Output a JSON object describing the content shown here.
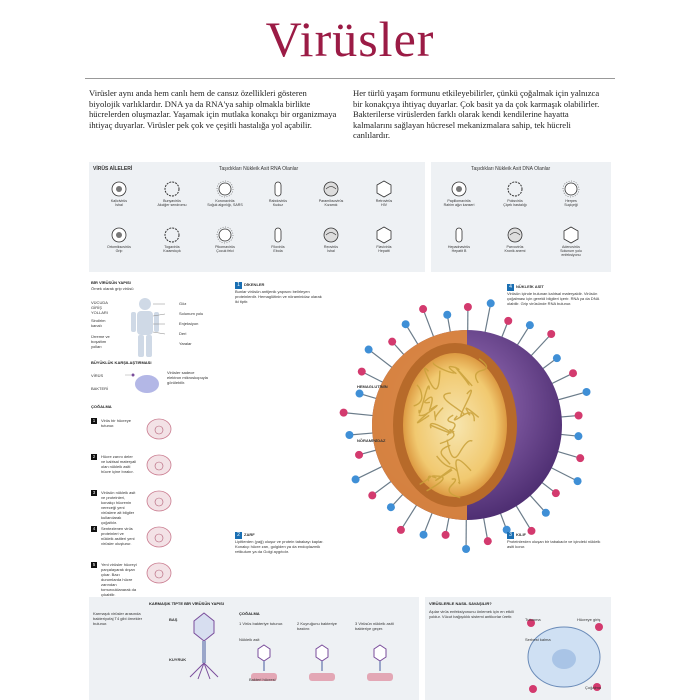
{
  "title": "Virüsler",
  "intro_left": "Virüsler aynı anda hem canlı hem de cansız özellikleri gösteren biyolojik varlıklardır. DNA ya da RNA'ya sahip olmakla birlikte hücrelerden oluşmazlar. Yaşamak için mutlaka konakçı bir organizmaya ihtiyaç duyarlar. Virüsler pek çok ve çeşitli hastalığa yol açabilir.",
  "intro_right": "Her türlü yaşam formunu etkileyebilirler, çünkü çoğalmak için yalnızca bir konakçıya ihtiyaç duyarlar. Çok basit ya da çok karmaşık olabilirler. Bakterilerse virüslerden farklı olarak kendi kendilerine hayatta kalmalarını sağlayan hücresel mekanizmalara sahip, tek hücreli canlılardır.",
  "families": {
    "heading": "VİRÜS AİLELERİ",
    "rna_heading": "Taşıdıkları Nükleik Asit RNA Olanlar",
    "dna_heading": "Taşıdıkları Nükleik Asit DNA Olanlar",
    "rna": [
      {
        "name": "Kalicivirüs",
        "disease": "İshal"
      },
      {
        "name": "Bunyavirüs",
        "disease": "Akciğer sendromu"
      },
      {
        "name": "Koronavirüs",
        "disease": "Soğuk algınlığı, SARS"
      },
      {
        "name": "Rabdovirüs",
        "disease": "Kuduz"
      },
      {
        "name": "Paramiksovirüs",
        "disease": "Kızamık"
      },
      {
        "name": "Retrovirüs",
        "disease": "HIV"
      },
      {
        "name": "Ortomiksovirüs",
        "disease": "Grip"
      },
      {
        "name": "Togavirüs",
        "disease": "Kızamıkçık"
      },
      {
        "name": "Pikornavirüs",
        "disease": "Çocuk felci"
      },
      {
        "name": "Filovirüs",
        "disease": "Ebola"
      },
      {
        "name": "Reovirüs",
        "disease": "İshal"
      },
      {
        "name": "Flavivirüs",
        "disease": "Hepatit"
      }
    ],
    "dna": [
      {
        "name": "Papillomavirüs",
        "disease": "Rahim ağzı kanseri"
      },
      {
        "name": "Poksvirüs",
        "disease": "Çiçek hastalığı"
      },
      {
        "name": "Herpes",
        "disease": "Suçiçeği"
      },
      {
        "name": "Hepadnavirüs",
        "disease": "Hepatit B"
      },
      {
        "name": "Parvovirüs",
        "disease": "Kronik anemi"
      },
      {
        "name": "Adenovirüs",
        "disease": "Solunum yolu enfeksiyonu"
      }
    ]
  },
  "left_col": {
    "structure_title": "BİR VİRÜSÜN YAPISI",
    "structure_sub": "Örnek olarak grip virüsü",
    "body_labels_left": [
      "VÜCUDA GİRİŞ YOLLARI",
      "Sindirim kanalı",
      "Ürreme ve boşaltım yolları"
    ],
    "body_labels_right": [
      "Göz",
      "Solunum yolu",
      "Enjeksiyon",
      "Deri",
      "Yaralar"
    ],
    "compare_title": "BÜYÜKLÜK KARŞILAŞTIRMASI",
    "compare_virus": "VİRÜS",
    "compare_bacteria": "BAKTERİ",
    "compare_note": "Virüsler sadece elektron mikroskopuyla görülebilir.",
    "repro_title": "ÇOĞALMA",
    "steps": [
      {
        "n": "1",
        "text": "Virüs bir hücreye tutunur."
      },
      {
        "n": "2",
        "text": "Hücre zarını deler ve kalıtsal materyali olan nükleik asiti hücre içine bırakır."
      },
      {
        "n": "3",
        "text": "Virüsün nükleik asit ve proteinleri, konakçı hücrenin vereceği yeni virüslere ait bilgiler kullanılarak çoğaltılır."
      },
      {
        "n": "4",
        "text": "Sentezlenen virüs proteinleri ve nükleik asitleri yeni virüsler oluşturur."
      },
      {
        "n": "5",
        "text": "Yeni virüsler hücreyi parçalayarak dışarı çıkar. Bazı durumlarda hücre zarından tomurcuklanarak da çıkabilir."
      }
    ]
  },
  "center": {
    "labels": {
      "hemagglutinin": "HEMAGLUTİNİN",
      "neuraminidase": "NÖRAMİNİDAZ"
    },
    "notes": [
      {
        "n": "1",
        "title": "DİKENLER",
        "text": "Bunlar virüsün antijenik yapısını belirleyen proteinlerdir. Hemaglütinin ve nöraminidaz olarak iki tiptir."
      },
      {
        "n": "4",
        "title": "NÜKLEİK ASİT",
        "text": "Virüsün içinde bulunan kalıtsal materyaldir. Virüsün çoğalması için gerekli bilgileri içerir. RNA ya da DNA olabilir. Grip virüsünde RNA bulunur."
      },
      {
        "n": "2",
        "title": "ZARF",
        "text": "Lipitlerden (yağ) oluşur ve protein tabakayı kaplar. Konakçı hücre zarı, golgiden ya da endoplazmik retikulum ya da Golgi aygıtıdır."
      },
      {
        "n": "3",
        "title": "KILIF",
        "text": "Proteinlerden oluşan bir tabakadır ve içindeki nükleik asiti korur."
      }
    ]
  },
  "bottom": {
    "complex_title": "KARMAŞIK TİPTE BİR VİRÜSÜN YAPISI",
    "complex_text": "Karmaşık virüsler arasında bakteriyofaj T4 gibi örnekler bulunur.",
    "head": "BAŞ",
    "tail": "KUYRUK",
    "repro_title": "ÇOĞALMA",
    "repro_steps": [
      "Virüs bakteriye tutunur.",
      "Kuyruğunu bakteriye bastırır.",
      "Virüsün nükleik asiti bakteriye geçer."
    ],
    "nucleic": "Nükleik asit",
    "bacteria_cell": "Bakteri hücresi",
    "spread_title": "VİRÜSLERLE NASIL SAVAŞILIR?",
    "spread_text": "Aşılar virüs enfeksiyonunu önlemek için en etkili yoldur. Vücut bağışıklık sistemi antikorlar üretir.",
    "antibody": "Hücreye giriş",
    "spread_labels": [
      "Tutunma",
      "Serbest kalma",
      "Çoğalma"
    ]
  },
  "colors": {
    "title": "#9b1b45",
    "accent_blue": "#1a6fb3",
    "virus_purple": "#7a4d9b",
    "spike_pink": "#d33a6e",
    "spike_blue": "#3f8fd6",
    "capsid_orange": "#e79a3b",
    "rna_yellow": "#f1d56a"
  }
}
